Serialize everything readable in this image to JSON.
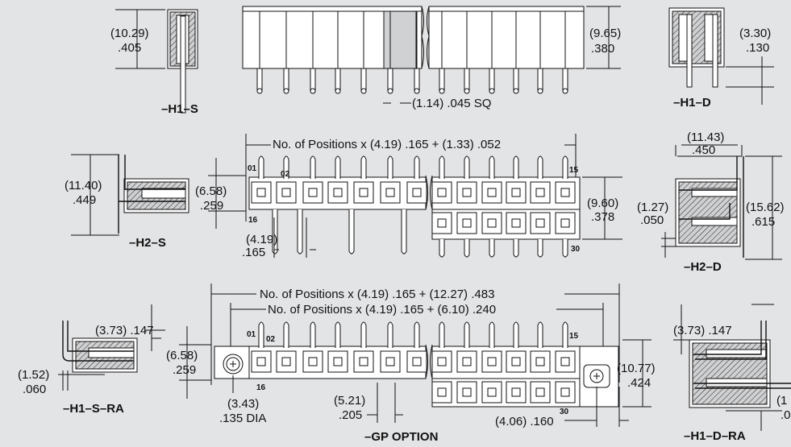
{
  "labels": {
    "h1s": "–H1–S",
    "h1d": "–H1–D",
    "h2s": "–H2–S",
    "h2d": "–H2–D",
    "h1sra": "–H1–S–RA",
    "h1dra": "–H1–D–RA",
    "gp": "–GP OPTION"
  },
  "dims": {
    "h1s_mm": "(10.29)",
    "h1s_in": ".405",
    "top_mm": "(9.65)",
    "top_in": ".380",
    "sq": "(1.14) .045 SQ",
    "h1d_mm": "(3.30)",
    "h1d_in": ".130",
    "pos1": "No. of Positions x (4.19) .165 + (1.33) .052",
    "h2s_mm": "(11.40)",
    "h2s_in": ".449",
    "mid_h_mm": "(6.58)",
    "mid_h_in": ".259",
    "pitch_mm": "(4.19)",
    "pitch_in": ".165",
    "mid_r_mm": "(9.60)",
    "mid_r_in": ".378",
    "h2d_w_mm": "(11.43)",
    "h2d_w_in": ".450",
    "h2d_s_mm": "(1.27)",
    "h2d_s_in": ".050",
    "h2d_h_mm": "(15.62)",
    "h2d_h_in": ".615",
    "pos2": "No. of Positions x (4.19) .165 + (12.27) .483",
    "pos3": "No. of Positions x (4.19) .165 + (6.10) .240",
    "ra": "(3.73) .147",
    "ra2": "(3.73) .147",
    "bot_h_mm": "(6.58)",
    "bot_h_in": ".259",
    "ra_s_mm": "(1.52)",
    "ra_s_in": ".060",
    "hole_mm": "(3.43)",
    "hole_in": ".135 DIA",
    "b521_mm": "(5.21)",
    "b521_in": ".205",
    "b406": "(4.06) .160",
    "b1077_mm": "(10.77)",
    "b1077_in": ".424",
    "cut_mm": "(1",
    "cut_in": ".0"
  },
  "pins": {
    "p01": "01",
    "p02": "02",
    "p15": "15",
    "p16": "16",
    "p30": "30",
    "q01": "01",
    "q02": "02",
    "q15": "15",
    "q16": "16",
    "q30": "30"
  }
}
